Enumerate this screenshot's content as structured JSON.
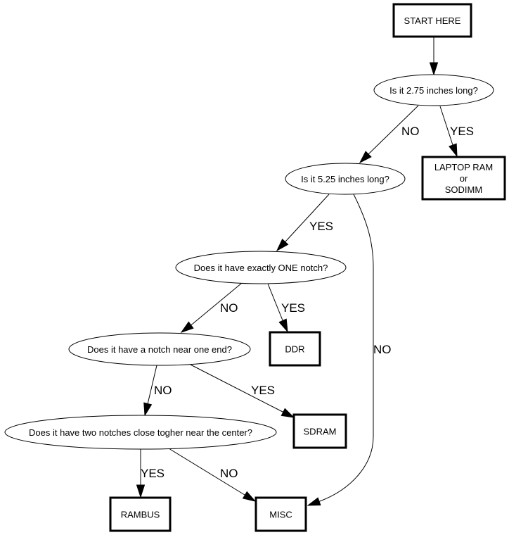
{
  "diagram": {
    "type": "flowchart",
    "title": "RAM identification flowchart",
    "nodes": [
      {
        "id": "start",
        "shape": "box",
        "lines": [
          "START HERE"
        ]
      },
      {
        "id": "q275",
        "shape": "ellipse",
        "lines": [
          "Is it 2.75 inches long?"
        ]
      },
      {
        "id": "laptop",
        "shape": "box",
        "lines": [
          "LAPTOP RAM",
          "or",
          "SODIMM"
        ]
      },
      {
        "id": "q525",
        "shape": "ellipse",
        "lines": [
          "Is it 5.25 inches long?"
        ]
      },
      {
        "id": "qone",
        "shape": "ellipse",
        "lines": [
          "Does it have exactly ONE notch?"
        ]
      },
      {
        "id": "ddr",
        "shape": "box",
        "lines": [
          "DDR"
        ]
      },
      {
        "id": "qend",
        "shape": "ellipse",
        "lines": [
          "Does it have a notch near one end?"
        ]
      },
      {
        "id": "sdram",
        "shape": "box",
        "lines": [
          "SDRAM"
        ]
      },
      {
        "id": "qtwo",
        "shape": "ellipse",
        "lines": [
          "Does it have two notches close togher near the center?"
        ]
      },
      {
        "id": "rambus",
        "shape": "box",
        "lines": [
          "RAMBUS"
        ]
      },
      {
        "id": "misc",
        "shape": "box",
        "lines": [
          "MISC"
        ]
      }
    ],
    "edges": [
      {
        "from": "start",
        "to": "q275",
        "label": ""
      },
      {
        "from": "q275",
        "to": "q525",
        "label": "NO"
      },
      {
        "from": "q275",
        "to": "laptop",
        "label": "YES"
      },
      {
        "from": "q525",
        "to": "qone",
        "label": "YES"
      },
      {
        "from": "q525",
        "to": "misc",
        "label": "NO"
      },
      {
        "from": "qone",
        "to": "qend",
        "label": "NO"
      },
      {
        "from": "qone",
        "to": "ddr",
        "label": "YES"
      },
      {
        "from": "qend",
        "to": "qtwo",
        "label": "NO"
      },
      {
        "from": "qend",
        "to": "sdram",
        "label": "YES"
      },
      {
        "from": "qtwo",
        "to": "rambus",
        "label": "YES"
      },
      {
        "from": "qtwo",
        "to": "misc",
        "label": "NO"
      }
    ]
  }
}
